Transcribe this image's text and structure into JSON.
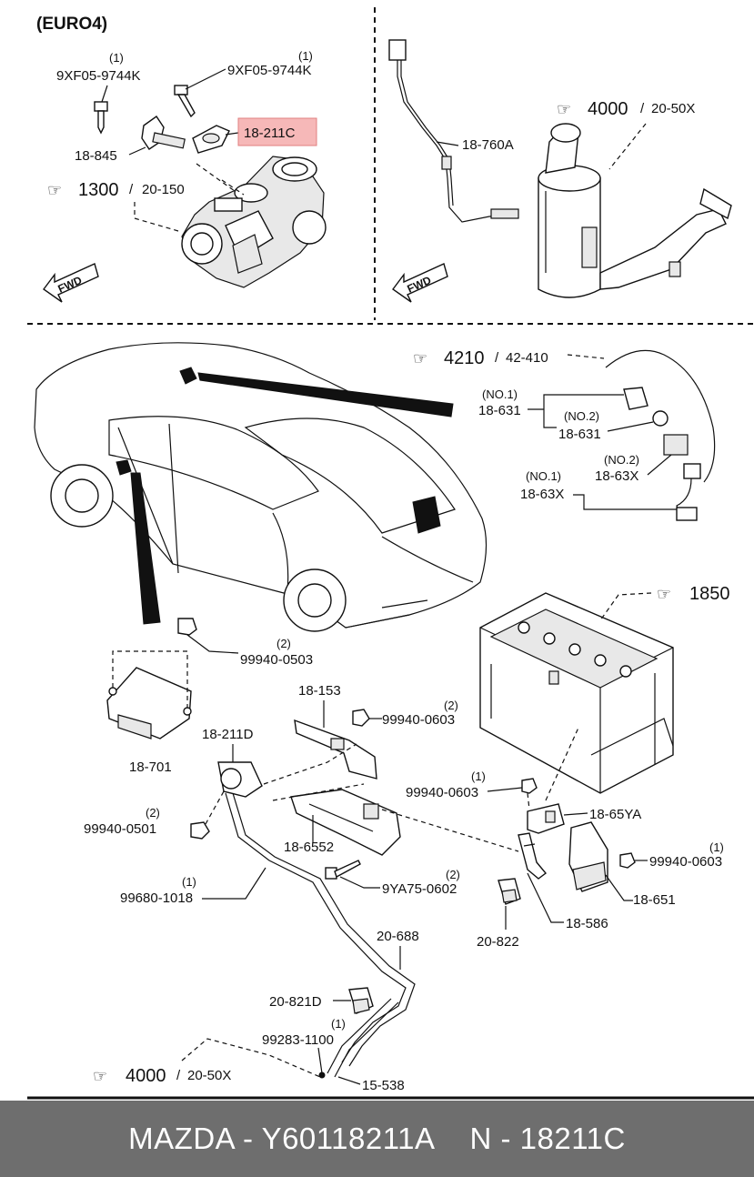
{
  "header": {
    "euro_label": "(EURO4)"
  },
  "labels": {
    "p9xf05_a": "9XF05-9744K",
    "p9xf05_a_qty": "(1)",
    "p9xf05_b": "9XF05-9744K",
    "p9xf05_b_qty": "(1)",
    "p18_845": "18-845",
    "p18_211c": "18-211C",
    "p18_760a": "18-760A",
    "no1_a": "(NO.1)",
    "p18_631_a": "18-631",
    "no2_a": "(NO.2)",
    "p18_631_b": "18-631",
    "no2_b": "(NO.2)",
    "p18_63x_a": "18-63X",
    "no1_b": "(NO.1)",
    "p18_63x_b": "18-63X",
    "p99940_0503": "99940-0503",
    "p99940_0503_qty": "(2)",
    "p18_153": "18-153",
    "p99940_0603_a": "99940-0603",
    "p99940_0603_a_qty": "(2)",
    "p18_701": "18-701",
    "p18_211d": "18-211D",
    "p99940_0603_b": "99940-0603",
    "p99940_0603_b_qty": "(1)",
    "p18_65ya": "18-65YA",
    "p99940_0501": "99940-0501",
    "p99940_0501_qty": "(2)",
    "p18_6552": "18-6552",
    "p99940_0603_c": "99940-0603",
    "p99940_0603_c_qty": "(1)",
    "p9ya75": "9YA75-0602",
    "p9ya75_qty": "(2)",
    "p18_651": "18-651",
    "p99680": "99680-1018",
    "p99680_qty": "(1)",
    "p18_586": "18-586",
    "p20_822": "20-822",
    "p20_688": "20-688",
    "p20_821d": "20-821D",
    "p99283": "99283-1100",
    "p99283_qty": "(1)",
    "p15_538": "15-538"
  },
  "refs": {
    "r1300": "1300",
    "r1300_sub": "20-150",
    "r4000_top": "4000",
    "r4000_top_sub": "20-50X",
    "r4210": "4210",
    "r4210_sub": "42-410",
    "r1850": "1850",
    "r4000_bot": "4000",
    "r4000_bot_sub": "20-50X"
  },
  "fwd_label": "FWD",
  "footer": {
    "brand_part": "MAZDA - Y60118211A",
    "ref_part": "N - 18211C"
  },
  "colors": {
    "highlight_fill": "#f6b8b8",
    "highlight_border": "#e07f7f",
    "footer_bg": "#6e6e6e"
  }
}
